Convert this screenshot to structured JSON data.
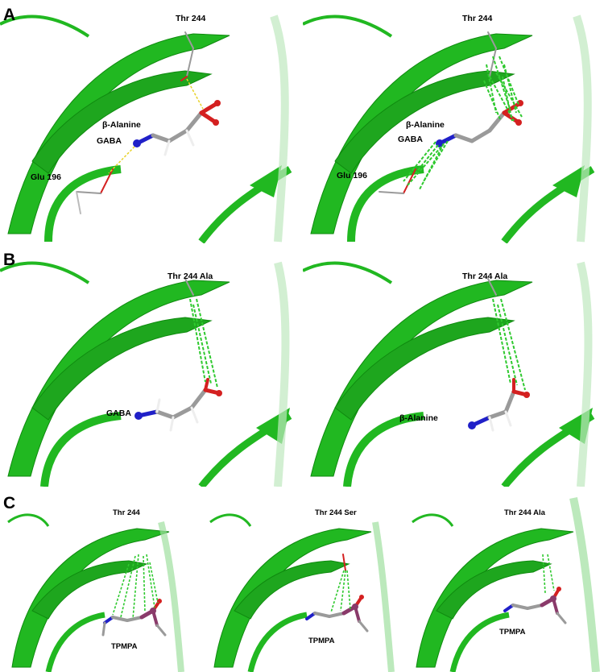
{
  "figure": {
    "panel_letters": [
      "A",
      "B",
      "C"
    ],
    "colors": {
      "ribbon": "#21b821",
      "ribbon_dark": "#0f8a0f",
      "ribbon_light": "#8fd98f",
      "carbon": "#9a9a9a",
      "nitrogen": "#2020c8",
      "oxygen": "#d42020",
      "phosphorus": "#8a3a6a",
      "hydrogen": "#eeeeee",
      "hbond": "#e8d22a",
      "contact": "#2fc92f"
    },
    "labels": {
      "thr244": "Thr 244",
      "thr244ala": "Thr 244 Ala",
      "thr244ser": "Thr 244 Ser",
      "glu196": "Glu 196",
      "gaba": "GABA",
      "balanine": "β-Alanine",
      "tpmpa": "TPMPA"
    }
  }
}
